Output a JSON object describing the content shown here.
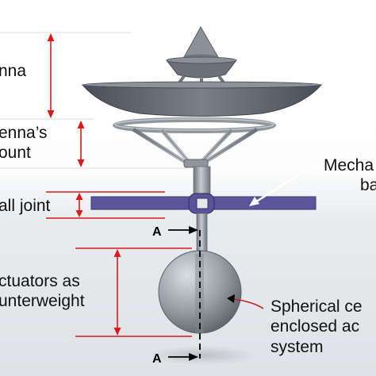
{
  "labels": {
    "antenna": "nna",
    "antenna_mount_1": "enna’s",
    "antenna_mount_2": "ount",
    "ball_joint": "all joint",
    "actuators_1": "ctuators as",
    "actuators_2": "unterweight",
    "mech_1": "Mecha",
    "mech_2": "ba",
    "sphere_1": "Spherical ce",
    "sphere_2": "enclosed ac",
    "sphere_3": "system",
    "section_top": "A",
    "section_bottom": "A"
  },
  "colors": {
    "dimension": "#d81b1b",
    "dish": "#5f6470",
    "metal": "#8d949c",
    "bar": "#5c559c",
    "sphere": "#9ea5aa",
    "leader": "#ffffff",
    "sphere_leader": "#b3261e"
  }
}
